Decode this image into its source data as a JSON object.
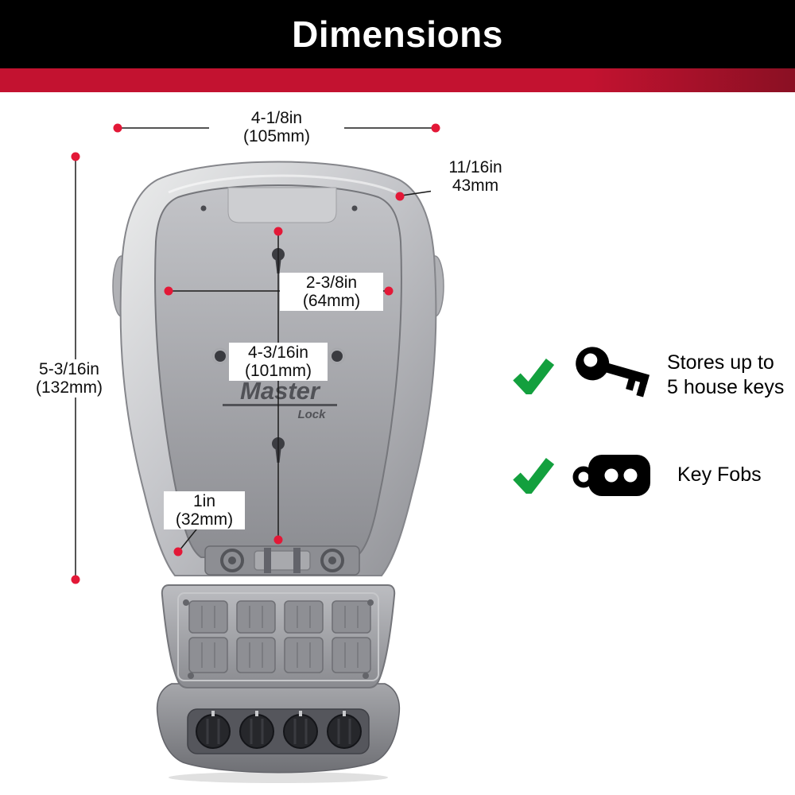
{
  "header": {
    "title": "Dimensions"
  },
  "dimensions": {
    "top_width": {
      "line1": "4-1/8in",
      "line2": "(105mm)"
    },
    "lid_depth": {
      "line1": "11/16in",
      "line2": "43mm"
    },
    "inner_width": {
      "line1": "2-3/8in",
      "line2": "(64mm)"
    },
    "inner_height": {
      "line1": "4-3/16in",
      "line2": "(101mm)"
    },
    "overall_height": {
      "line1": "5-3/16in",
      "line2": "(132mm)"
    },
    "bottom_offset": {
      "line1": "1in",
      "line2": "(32mm)"
    }
  },
  "brand": {
    "line1": "Master",
    "line2": "Lock"
  },
  "features": [
    {
      "icon": "key-icon",
      "line1": "Stores up to",
      "line2": "5 house keys"
    },
    {
      "icon": "key-fob-icon",
      "line1": "Key Fobs",
      "line2": ""
    }
  ],
  "colors": {
    "accent_red": "#c31230",
    "dot_red": "#e31837",
    "check_green": "#13a03e"
  }
}
